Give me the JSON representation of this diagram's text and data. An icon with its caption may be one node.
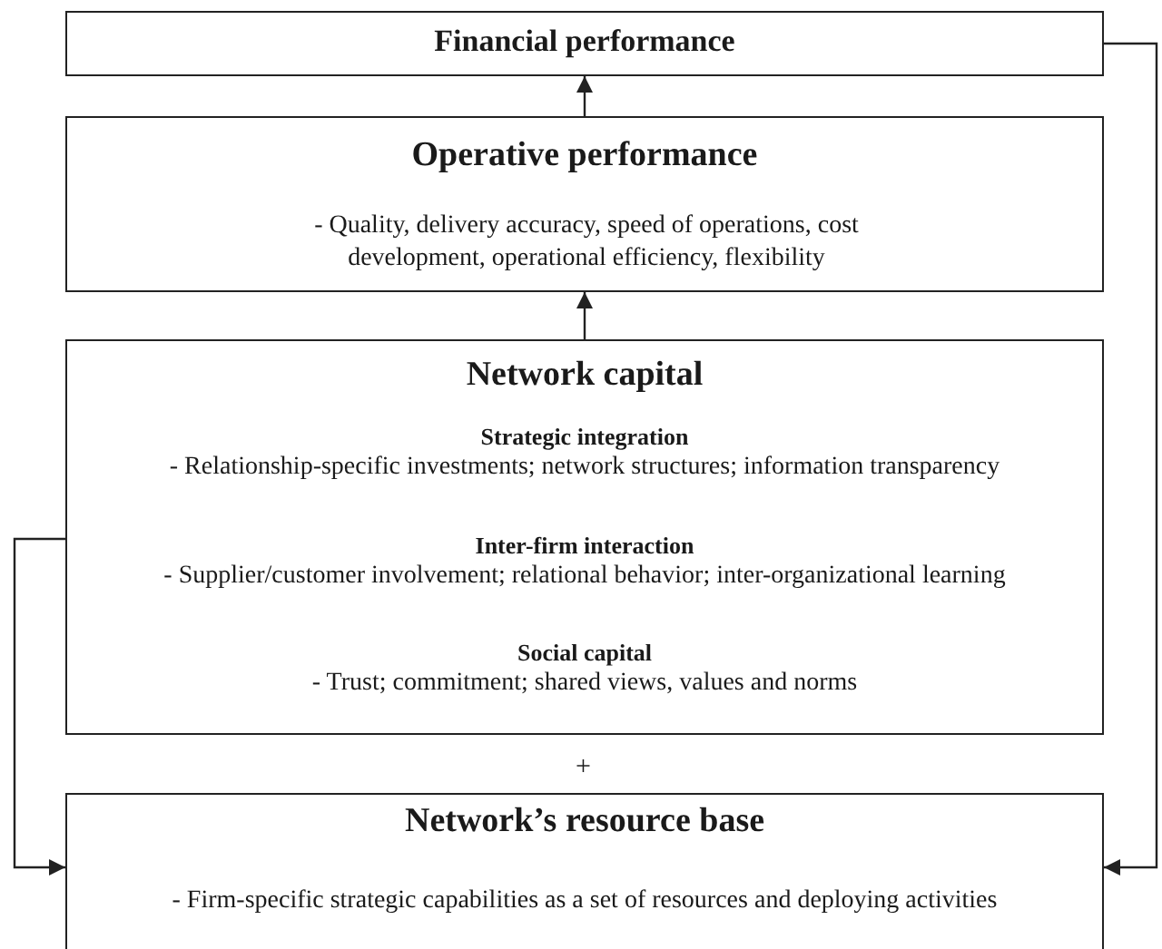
{
  "diagram": {
    "nodes": [
      {
        "text": [
          "Financial performance"
        ]
      },
      {
        "text": [
          "Operative performance",
          "- Quality, delivery accuracy, speed of operations, cost development, operational efficiency, flexibility"
        ]
      },
      {
        "text": [
          "Network capital",
          "Strategic integration",
          "- Relationship-specific investments; network structures; information transparency",
          "Inter-firm interaction",
          "- Supplier/customer involvement; relational behavior; inter-organizational learning",
          "Social capital",
          "- Trust; commitment; shared views, values and norms"
        ]
      },
      {
        "text": [
          "Network’s resource base",
          "- Firm-specific strategic capabilities as a set of resources and deploying activities"
        ]
      }
    ],
    "edges": [
      {
        "from": 1,
        "to": 0,
        "arrow": "to"
      },
      {
        "from": 2,
        "to": 1,
        "arrow": "to"
      },
      {
        "from": 2,
        "to": 3,
        "arrow": "to"
      },
      {
        "from": 0,
        "to": 3,
        "arrow": "to"
      }
    ],
    "labels": [
      "+"
    ]
  }
}
